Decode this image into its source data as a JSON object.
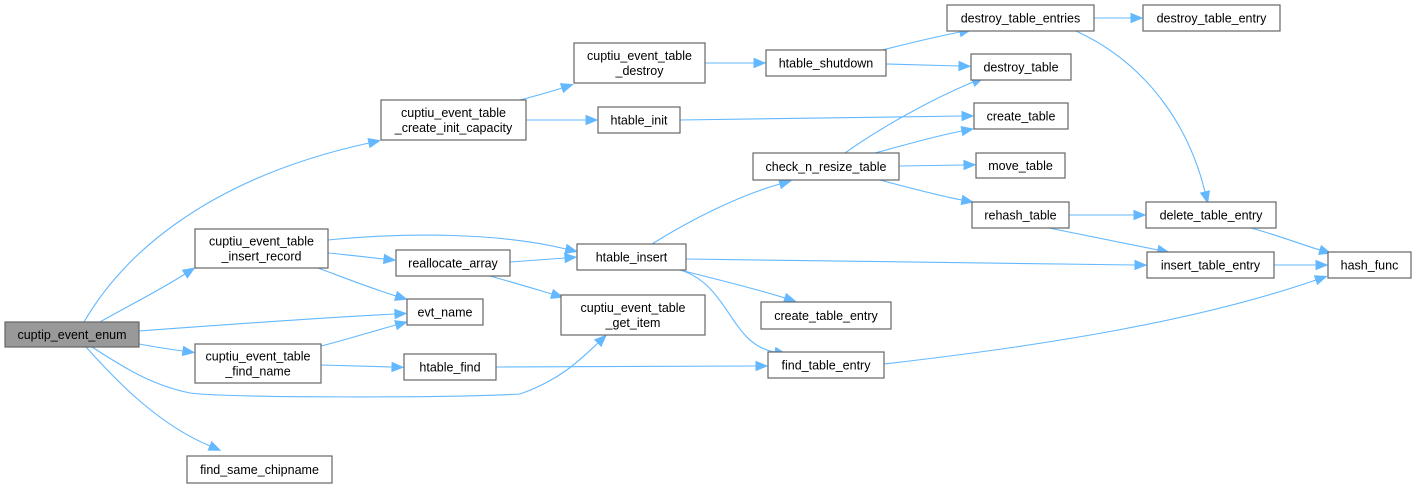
{
  "diagram": {
    "type": "call-graph",
    "colors": {
      "edge": "#63b8ff",
      "node_border": "#666666",
      "root_fill": "#999999",
      "node_fill": "#ffffff"
    },
    "nodes": [
      {
        "id": "cuptip_event_enum",
        "lines": [
          "cuptip_event_enum"
        ],
        "root": true
      },
      {
        "id": "cuptiu_event_table_create_init_capacity",
        "lines": [
          "cuptiu_event_table",
          "_create_init_capacity"
        ]
      },
      {
        "id": "cuptiu_event_table_insert_record",
        "lines": [
          "cuptiu_event_table",
          "_insert_record"
        ]
      },
      {
        "id": "evt_name",
        "lines": [
          "evt_name"
        ]
      },
      {
        "id": "cuptiu_event_table_find_name",
        "lines": [
          "cuptiu_event_table",
          "_find_name"
        ]
      },
      {
        "id": "find_same_chipname",
        "lines": [
          "find_same_chipname"
        ]
      },
      {
        "id": "cuptiu_event_table_destroy",
        "lines": [
          "cuptiu_event_table",
          "_destroy"
        ]
      },
      {
        "id": "htable_init",
        "lines": [
          "htable_init"
        ]
      },
      {
        "id": "reallocate_array",
        "lines": [
          "reallocate_array"
        ]
      },
      {
        "id": "htable_insert",
        "lines": [
          "htable_insert"
        ]
      },
      {
        "id": "cuptiu_event_table_get_item",
        "lines": [
          "cuptiu_event_table",
          "_get_item"
        ]
      },
      {
        "id": "htable_find",
        "lines": [
          "htable_find"
        ]
      },
      {
        "id": "htable_shutdown",
        "lines": [
          "htable_shutdown"
        ]
      },
      {
        "id": "check_n_resize_table",
        "lines": [
          "check_n_resize_table"
        ]
      },
      {
        "id": "create_table_entry",
        "lines": [
          "create_table_entry"
        ]
      },
      {
        "id": "find_table_entry",
        "lines": [
          "find_table_entry"
        ]
      },
      {
        "id": "destroy_table_entries",
        "lines": [
          "destroy_table_entries"
        ]
      },
      {
        "id": "destroy_table",
        "lines": [
          "destroy_table"
        ]
      },
      {
        "id": "create_table",
        "lines": [
          "create_table"
        ]
      },
      {
        "id": "move_table",
        "lines": [
          "move_table"
        ]
      },
      {
        "id": "rehash_table",
        "lines": [
          "rehash_table"
        ]
      },
      {
        "id": "destroy_table_entry",
        "lines": [
          "destroy_table_entry"
        ]
      },
      {
        "id": "delete_table_entry",
        "lines": [
          "delete_table_entry"
        ]
      },
      {
        "id": "insert_table_entry",
        "lines": [
          "insert_table_entry"
        ]
      },
      {
        "id": "hash_func",
        "lines": [
          "hash_func"
        ]
      }
    ],
    "edges": [
      {
        "from": "cuptip_event_enum",
        "to": "cuptiu_event_table_create_init_capacity"
      },
      {
        "from": "cuptip_event_enum",
        "to": "cuptiu_event_table_insert_record"
      },
      {
        "from": "cuptip_event_enum",
        "to": "evt_name"
      },
      {
        "from": "cuptip_event_enum",
        "to": "cuptiu_event_table_find_name"
      },
      {
        "from": "cuptip_event_enum",
        "to": "cuptiu_event_table_get_item"
      },
      {
        "from": "cuptip_event_enum",
        "to": "find_same_chipname"
      },
      {
        "from": "cuptiu_event_table_create_init_capacity",
        "to": "cuptiu_event_table_destroy"
      },
      {
        "from": "cuptiu_event_table_create_init_capacity",
        "to": "htable_init"
      },
      {
        "from": "cuptiu_event_table_insert_record",
        "to": "htable_insert"
      },
      {
        "from": "cuptiu_event_table_insert_record",
        "to": "reallocate_array"
      },
      {
        "from": "cuptiu_event_table_insert_record",
        "to": "evt_name"
      },
      {
        "from": "cuptiu_event_table_find_name",
        "to": "evt_name"
      },
      {
        "from": "cuptiu_event_table_find_name",
        "to": "htable_find"
      },
      {
        "from": "cuptiu_event_table_destroy",
        "to": "htable_shutdown"
      },
      {
        "from": "htable_init",
        "to": "create_table"
      },
      {
        "from": "reallocate_array",
        "to": "htable_insert"
      },
      {
        "from": "reallocate_array",
        "to": "cuptiu_event_table_get_item"
      },
      {
        "from": "htable_insert",
        "to": "check_n_resize_table"
      },
      {
        "from": "htable_insert",
        "to": "insert_table_entry"
      },
      {
        "from": "htable_insert",
        "to": "create_table_entry"
      },
      {
        "from": "htable_insert",
        "to": "find_table_entry"
      },
      {
        "from": "htable_find",
        "to": "find_table_entry"
      },
      {
        "from": "htable_shutdown",
        "to": "destroy_table_entries"
      },
      {
        "from": "htable_shutdown",
        "to": "destroy_table"
      },
      {
        "from": "check_n_resize_table",
        "to": "destroy_table"
      },
      {
        "from": "check_n_resize_table",
        "to": "create_table"
      },
      {
        "from": "check_n_resize_table",
        "to": "move_table"
      },
      {
        "from": "check_n_resize_table",
        "to": "rehash_table"
      },
      {
        "from": "find_table_entry",
        "to": "hash_func"
      },
      {
        "from": "destroy_table_entries",
        "to": "destroy_table_entry"
      },
      {
        "from": "destroy_table_entries",
        "to": "delete_table_entry"
      },
      {
        "from": "rehash_table",
        "to": "delete_table_entry"
      },
      {
        "from": "rehash_table",
        "to": "insert_table_entry"
      },
      {
        "from": "delete_table_entry",
        "to": "hash_func"
      },
      {
        "from": "insert_table_entry",
        "to": "hash_func"
      }
    ]
  }
}
